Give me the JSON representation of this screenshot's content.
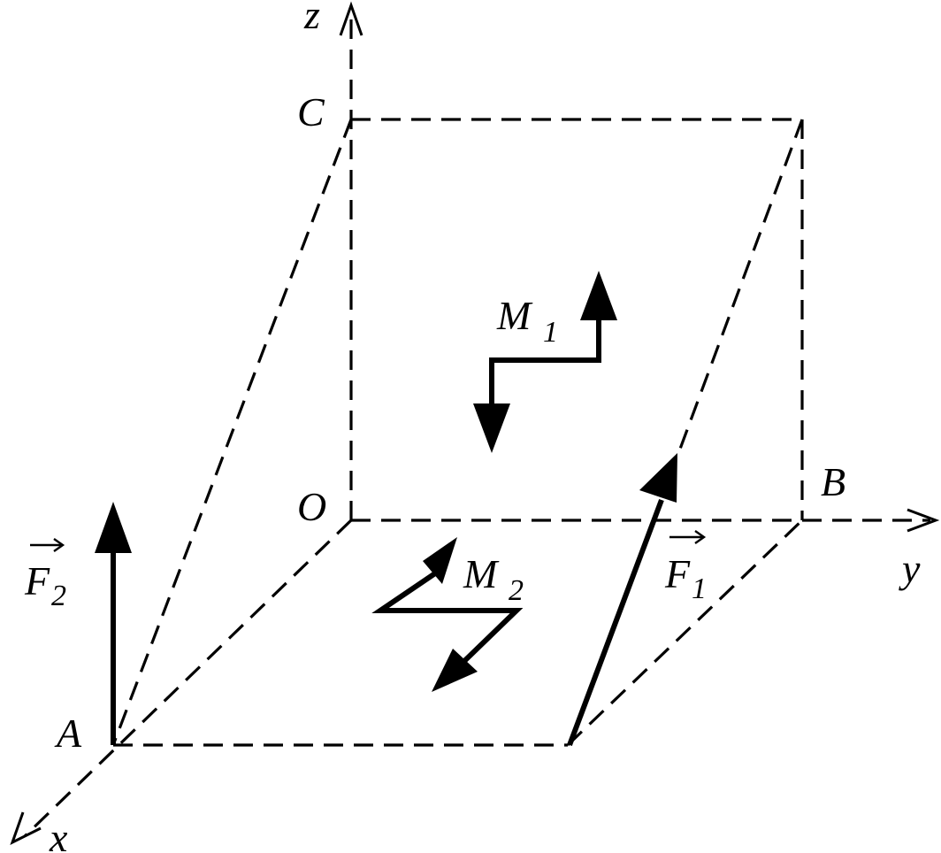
{
  "diagram": {
    "axes": {
      "x": "x",
      "y": "y",
      "z": "z"
    },
    "points": {
      "origin": "O",
      "A": "A",
      "B": "B",
      "C": "C"
    },
    "moments": {
      "m1": {
        "letter": "M",
        "sub": "1"
      },
      "m2": {
        "letter": "M",
        "sub": "2"
      }
    },
    "forces": {
      "f1": {
        "letter": "F",
        "sub": "1"
      },
      "f2": {
        "letter": "F",
        "sub": "2"
      }
    }
  }
}
